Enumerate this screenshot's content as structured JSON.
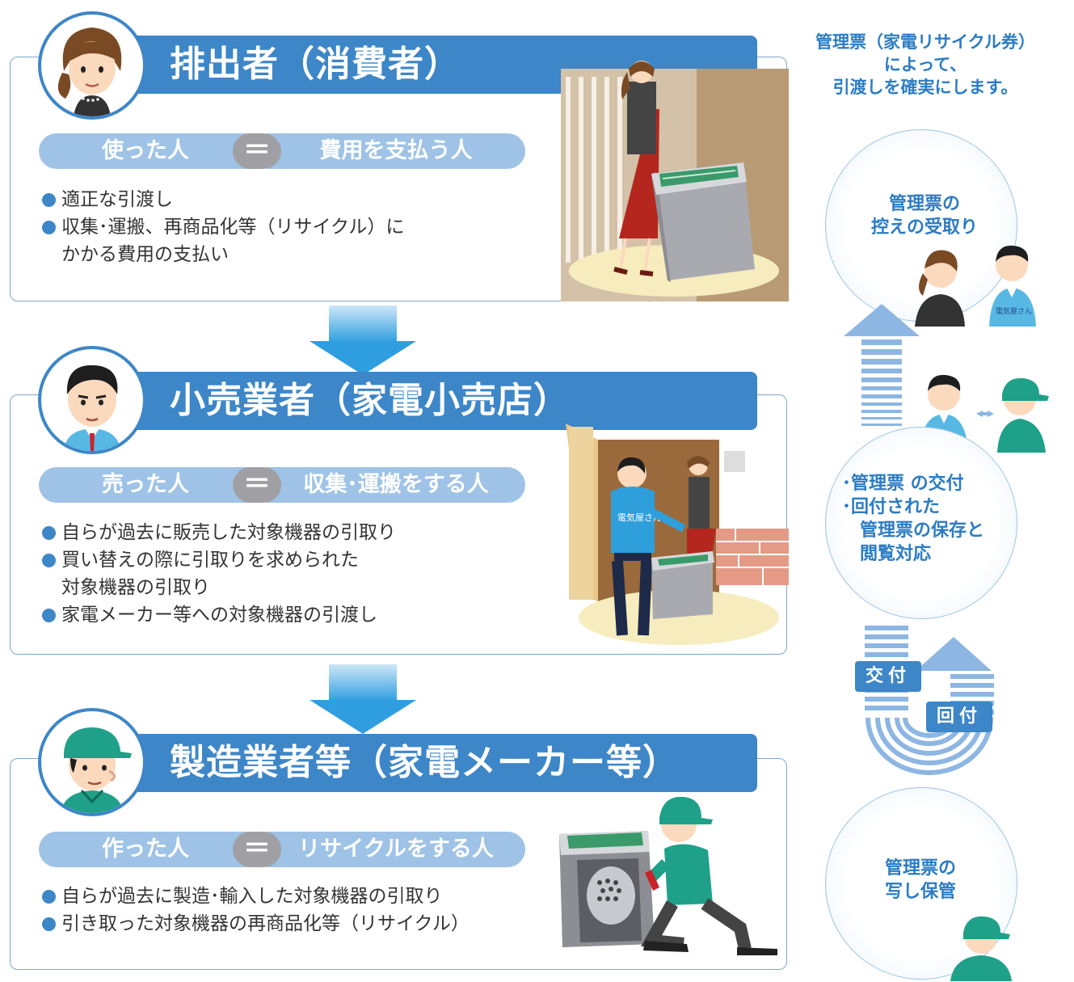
{
  "sections": [
    {
      "title": "排出者（消費者）",
      "left_pill": "使った人",
      "eq": "＝",
      "right_pill": "費用を支払う人",
      "bullets": [
        "適正な引渡し",
        "収集･運搬、再商品化等（リサイクル）に",
        "かかる費用の支払い"
      ]
    },
    {
      "title": "小売業者（家電小売店）",
      "left_pill": "売った人",
      "eq": "＝",
      "right_pill": "収集･運搬をする人",
      "bullets": [
        "自らが過去に販売した対象機器の引取り",
        "買い替えの際に引取りを求められた",
        "対象機器の引取り",
        "家電メーカー等への対象機器の引渡し"
      ]
    },
    {
      "title": "製造業者等（家電メーカー等）",
      "left_pill": "作った人",
      "eq": "＝",
      "right_pill": "リサイクルをする人",
      "bullets": [
        "自らが過去に製造･輸入した対象機器の引取り",
        "引き取った対象機器の再商品化等（リサイクル）"
      ]
    }
  ],
  "side_note": [
    "管理票（家電リサイクル券）",
    "によって、",
    "引渡しを確実にします。"
  ],
  "circles": {
    "top": [
      "管理票の",
      "控えの受取り"
    ],
    "middle": [
      "･管理票 の交付",
      "･回付された",
      "管理票の保存と",
      "閲覧対応"
    ],
    "bottom": [
      "管理票の",
      "写し保管"
    ]
  },
  "tags": {
    "issue": "交付",
    "circulate": "回付"
  },
  "vest_text": "電気屋さん",
  "colors": {
    "accent": "#3d86c8",
    "pill": "#9fc3e6",
    "equal": "#a0a0a4",
    "text_blue": "#2b7cc4"
  }
}
